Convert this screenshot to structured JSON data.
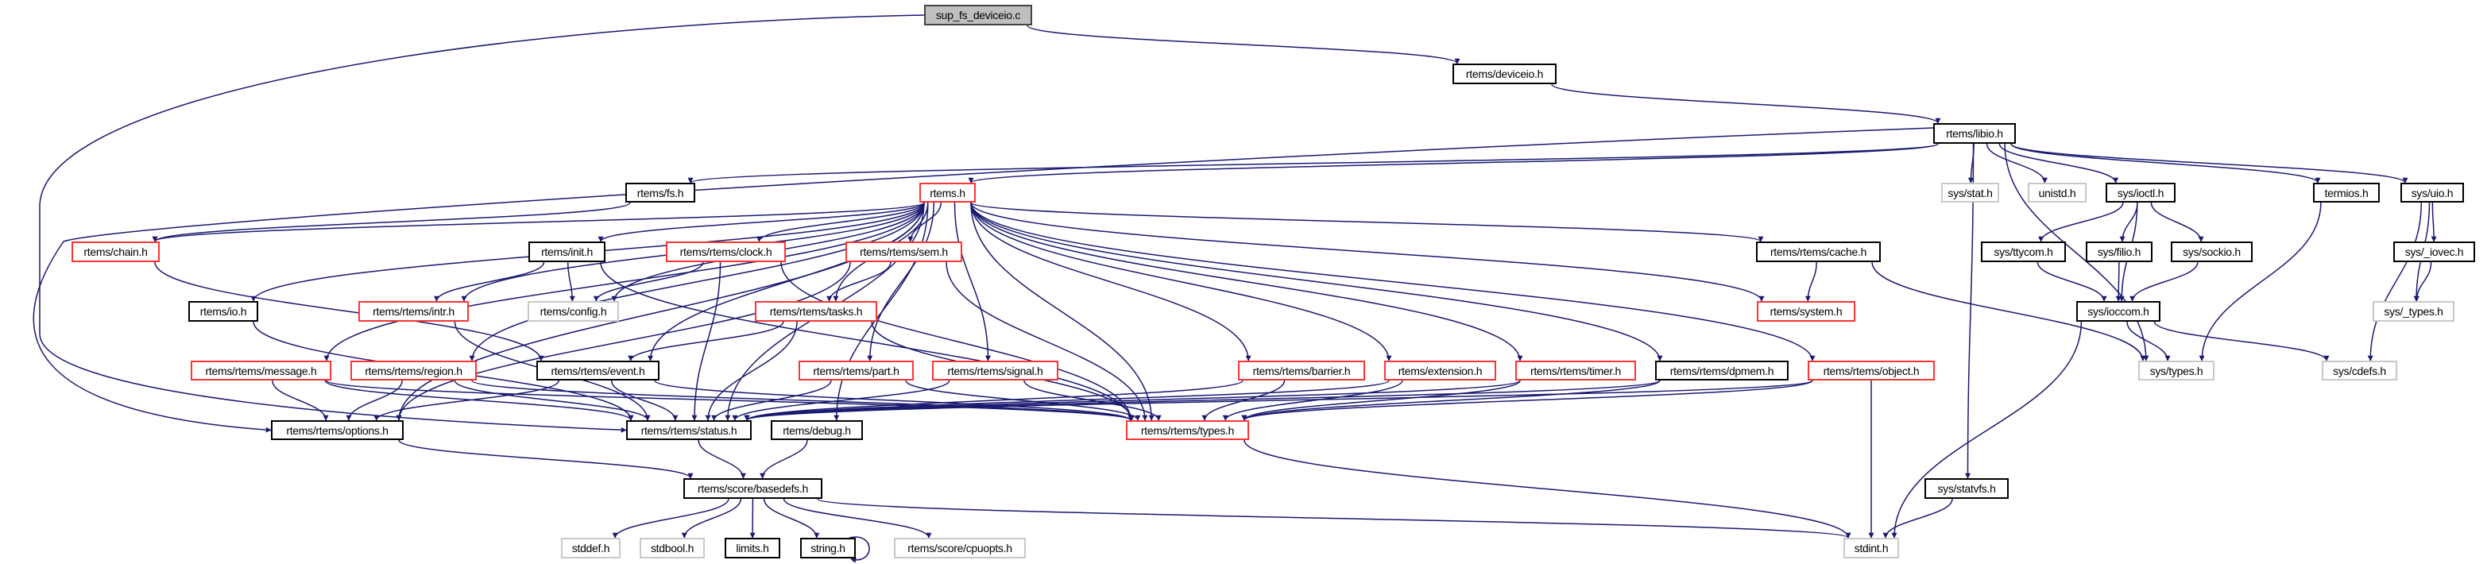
{
  "graph": {
    "title": "sup_fs_deviceio.c",
    "edge_color": "#191970",
    "border_colors": {
      "normal": "#000000",
      "truncated": "#ff3333",
      "undocumented": "#c8c8c8",
      "root_fill": "#bfbfbf"
    },
    "nodes": {
      "sup": {
        "label": "sup_fs_deviceio.c",
        "kind": "root"
      },
      "deviceio": {
        "label": "rtems/deviceio.h",
        "kind": "normal"
      },
      "libio": {
        "label": "rtems/libio.h",
        "kind": "normal"
      },
      "fs": {
        "label": "rtems/fs.h",
        "kind": "normal"
      },
      "rtems": {
        "label": "rtems.h",
        "kind": "truncated"
      },
      "stat": {
        "label": "sys/stat.h",
        "kind": "undocumented"
      },
      "unistd": {
        "label": "unistd.h",
        "kind": "undocumented"
      },
      "ioctl": {
        "label": "sys/ioctl.h",
        "kind": "normal"
      },
      "termios": {
        "label": "termios.h",
        "kind": "normal"
      },
      "uio": {
        "label": "sys/uio.h",
        "kind": "normal"
      },
      "chain": {
        "label": "rtems/chain.h",
        "kind": "truncated"
      },
      "init": {
        "label": "rtems/init.h",
        "kind": "normal"
      },
      "clock": {
        "label": "rtems/rtems/clock.h",
        "kind": "truncated"
      },
      "sem": {
        "label": "rtems/rtems/sem.h",
        "kind": "truncated"
      },
      "cache": {
        "label": "rtems/rtems/cache.h",
        "kind": "normal"
      },
      "ttycom": {
        "label": "sys/ttycom.h",
        "kind": "normal"
      },
      "filio": {
        "label": "sys/filio.h",
        "kind": "normal"
      },
      "sockio": {
        "label": "sys/sockio.h",
        "kind": "normal"
      },
      "iovec": {
        "label": "sys/_iovec.h",
        "kind": "normal"
      },
      "io": {
        "label": "rtems/io.h",
        "kind": "normal"
      },
      "intr": {
        "label": "rtems/rtems/intr.h",
        "kind": "truncated"
      },
      "config": {
        "label": "rtems/config.h",
        "kind": "undocumented"
      },
      "tasks": {
        "label": "rtems/rtems/tasks.h",
        "kind": "truncated"
      },
      "system": {
        "label": "rtems/system.h",
        "kind": "truncated"
      },
      "ioccom": {
        "label": "sys/ioccom.h",
        "kind": "normal"
      },
      "utypes": {
        "label": "sys/_types.h",
        "kind": "undocumented"
      },
      "message": {
        "label": "rtems/rtems/message.h",
        "kind": "truncated"
      },
      "region": {
        "label": "rtems/rtems/region.h",
        "kind": "truncated"
      },
      "event": {
        "label": "rtems/rtems/event.h",
        "kind": "normal"
      },
      "part": {
        "label": "rtems/rtems/part.h",
        "kind": "truncated"
      },
      "signal": {
        "label": "rtems/rtems/signal.h",
        "kind": "truncated"
      },
      "barrier": {
        "label": "rtems/rtems/barrier.h",
        "kind": "truncated"
      },
      "extension": {
        "label": "rtems/extension.h",
        "kind": "truncated"
      },
      "timer": {
        "label": "rtems/rtems/timer.h",
        "kind": "truncated"
      },
      "dpmem": {
        "label": "rtems/rtems/dpmem.h",
        "kind": "normal"
      },
      "object": {
        "label": "rtems/rtems/object.h",
        "kind": "truncated"
      },
      "systypes": {
        "label": "sys/types.h",
        "kind": "undocumented"
      },
      "cdefs": {
        "label": "sys/cdefs.h",
        "kind": "undocumented"
      },
      "options": {
        "label": "rtems/rtems/options.h",
        "kind": "normal"
      },
      "status": {
        "label": "rtems/rtems/status.h",
        "kind": "normal"
      },
      "debug": {
        "label": "rtems/debug.h",
        "kind": "normal"
      },
      "types": {
        "label": "rtems/rtems/types.h",
        "kind": "truncated"
      },
      "basedefs": {
        "label": "rtems/score/basedefs.h",
        "kind": "normal"
      },
      "statvfs": {
        "label": "sys/statvfs.h",
        "kind": "normal"
      },
      "stddef": {
        "label": "stddef.h",
        "kind": "undocumented"
      },
      "stdbool": {
        "label": "stdbool.h",
        "kind": "undocumented"
      },
      "limits": {
        "label": "limits.h",
        "kind": "normal"
      },
      "string": {
        "label": "string.h",
        "kind": "normal"
      },
      "cpuopts": {
        "label": "rtems/score/cpuopts.h",
        "kind": "undocumented"
      },
      "stdint": {
        "label": "stdint.h",
        "kind": "undocumented"
      }
    },
    "edges": [
      [
        "sup",
        "deviceio"
      ],
      [
        "sup",
        "status"
      ],
      [
        "deviceio",
        "libio"
      ],
      [
        "libio",
        "fs"
      ],
      [
        "libio",
        "rtems"
      ],
      [
        "libio",
        "options"
      ],
      [
        "libio",
        "stat"
      ],
      [
        "libio",
        "unistd"
      ],
      [
        "libio",
        "ioctl"
      ],
      [
        "libio",
        "termios"
      ],
      [
        "libio",
        "uio"
      ],
      [
        "libio",
        "statvfs"
      ],
      [
        "libio",
        "systypes"
      ],
      [
        "fs",
        "chain"
      ],
      [
        "rtems",
        "chain"
      ],
      [
        "rtems",
        "io"
      ],
      [
        "rtems",
        "intr"
      ],
      [
        "rtems",
        "message"
      ],
      [
        "rtems",
        "region"
      ],
      [
        "rtems",
        "options"
      ],
      [
        "rtems",
        "status"
      ],
      [
        "rtems",
        "init"
      ],
      [
        "rtems",
        "config"
      ],
      [
        "rtems",
        "clock"
      ],
      [
        "rtems",
        "sem"
      ],
      [
        "rtems",
        "tasks"
      ],
      [
        "rtems",
        "event"
      ],
      [
        "rtems",
        "part"
      ],
      [
        "rtems",
        "signal"
      ],
      [
        "rtems",
        "debug"
      ],
      [
        "rtems",
        "types"
      ],
      [
        "rtems",
        "barrier"
      ],
      [
        "rtems",
        "extension"
      ],
      [
        "rtems",
        "timer"
      ],
      [
        "rtems",
        "dpmem"
      ],
      [
        "rtems",
        "object"
      ],
      [
        "rtems",
        "cache"
      ],
      [
        "rtems",
        "system"
      ],
      [
        "chain",
        "event"
      ],
      [
        "io",
        "status"
      ],
      [
        "intr",
        "status"
      ],
      [
        "message",
        "options"
      ],
      [
        "message",
        "status"
      ],
      [
        "message",
        "types"
      ],
      [
        "region",
        "options"
      ],
      [
        "region",
        "status"
      ],
      [
        "region",
        "types"
      ],
      [
        "init",
        "intr"
      ],
      [
        "init",
        "config"
      ],
      [
        "init",
        "types"
      ],
      [
        "clock",
        "config"
      ],
      [
        "clock",
        "status"
      ],
      [
        "clock",
        "types"
      ],
      [
        "sem",
        "tasks"
      ],
      [
        "sem",
        "options"
      ],
      [
        "sem",
        "types"
      ],
      [
        "tasks",
        "event"
      ],
      [
        "tasks",
        "status"
      ],
      [
        "tasks",
        "types"
      ],
      [
        "event",
        "options"
      ],
      [
        "event",
        "status"
      ],
      [
        "event",
        "types"
      ],
      [
        "part",
        "status"
      ],
      [
        "part",
        "types"
      ],
      [
        "signal",
        "status"
      ],
      [
        "signal",
        "types"
      ],
      [
        "barrier",
        "status"
      ],
      [
        "barrier",
        "types"
      ],
      [
        "extension",
        "status"
      ],
      [
        "extension",
        "types"
      ],
      [
        "timer",
        "status"
      ],
      [
        "timer",
        "types"
      ],
      [
        "dpmem",
        "status"
      ],
      [
        "dpmem",
        "types"
      ],
      [
        "object",
        "status"
      ],
      [
        "object",
        "types"
      ],
      [
        "object",
        "stdint"
      ],
      [
        "cache",
        "system"
      ],
      [
        "cache",
        "systypes"
      ],
      [
        "status",
        "basedefs"
      ],
      [
        "debug",
        "basedefs"
      ],
      [
        "options",
        "basedefs"
      ],
      [
        "basedefs",
        "stddef"
      ],
      [
        "basedefs",
        "stdbool"
      ],
      [
        "basedefs",
        "limits"
      ],
      [
        "basedefs",
        "string"
      ],
      [
        "basedefs",
        "cpuopts"
      ],
      [
        "basedefs",
        "stdint"
      ],
      [
        "string",
        "string"
      ],
      [
        "types",
        "stdint"
      ],
      [
        "ioctl",
        "ttycom"
      ],
      [
        "ioctl",
        "filio"
      ],
      [
        "ioctl",
        "sockio"
      ],
      [
        "ioctl",
        "ioccom"
      ],
      [
        "ttycom",
        "ioccom"
      ],
      [
        "filio",
        "ioccom"
      ],
      [
        "sockio",
        "ioccom"
      ],
      [
        "ioccom",
        "systypes"
      ],
      [
        "ioccom",
        "cdefs"
      ],
      [
        "ioccom",
        "stdint"
      ],
      [
        "termios",
        "systypes"
      ],
      [
        "uio",
        "iovec"
      ],
      [
        "uio",
        "utypes"
      ],
      [
        "uio",
        "cdefs"
      ],
      [
        "iovec",
        "utypes"
      ],
      [
        "statvfs",
        "stdint"
      ]
    ]
  }
}
